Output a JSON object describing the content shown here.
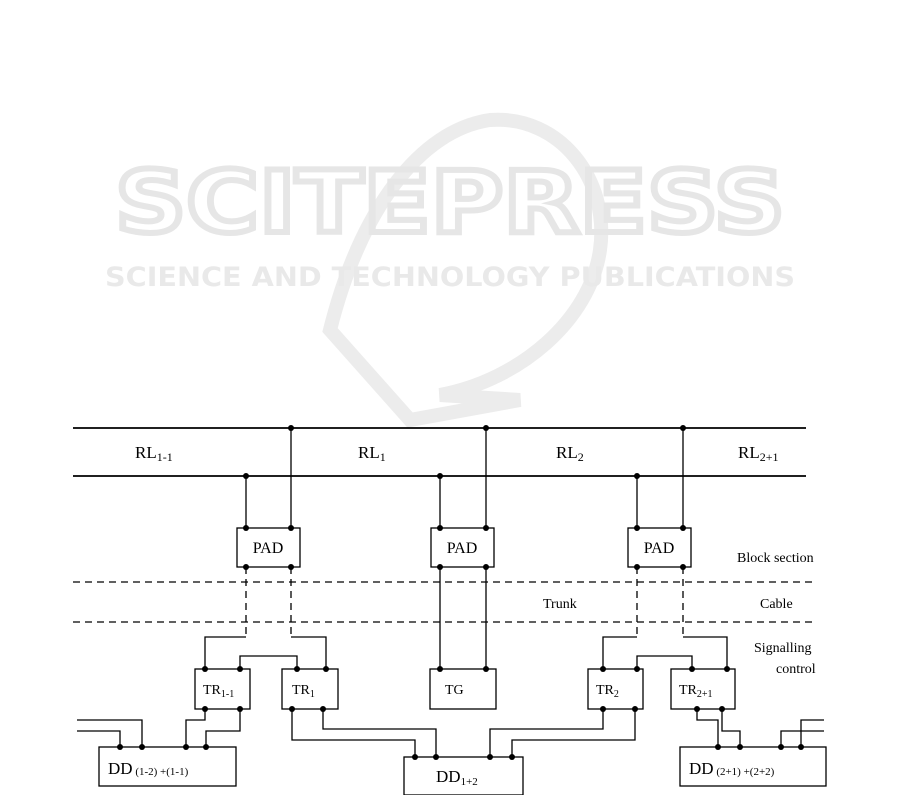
{
  "watermark": {
    "title": "SCITEPRESS",
    "subtitle": "SCIENCE AND TECHNOLOGY PUBLICATIONS"
  },
  "rails": {
    "segments": [
      {
        "base": "RL",
        "sub": "1-1"
      },
      {
        "base": "RL",
        "sub": "1"
      },
      {
        "base": "RL",
        "sub": "2"
      },
      {
        "base": "RL",
        "sub": "2+1"
      }
    ]
  },
  "pads": [
    "PAD",
    "PAD",
    "PAD"
  ],
  "labels": {
    "block_section": "Block section",
    "trunk": "Trunk",
    "cable": "Cable",
    "signalling_1": "Signalling",
    "signalling_2": "control"
  },
  "tr_boxes": [
    {
      "base": "TR",
      "sub": "1-1"
    },
    {
      "base": "TR",
      "sub": "1"
    },
    {
      "base": "TG",
      "sub": ""
    },
    {
      "base": "TR",
      "sub": "2"
    },
    {
      "base": "TR",
      "sub": "2+1"
    }
  ],
  "dd_boxes": [
    {
      "base": "DD",
      "sub": " (1-2) +(1-1)"
    },
    {
      "base": "DD",
      "sub": "1+2"
    },
    {
      "base": "DD",
      "sub": " (2+1) +(2+2)"
    }
  ]
}
